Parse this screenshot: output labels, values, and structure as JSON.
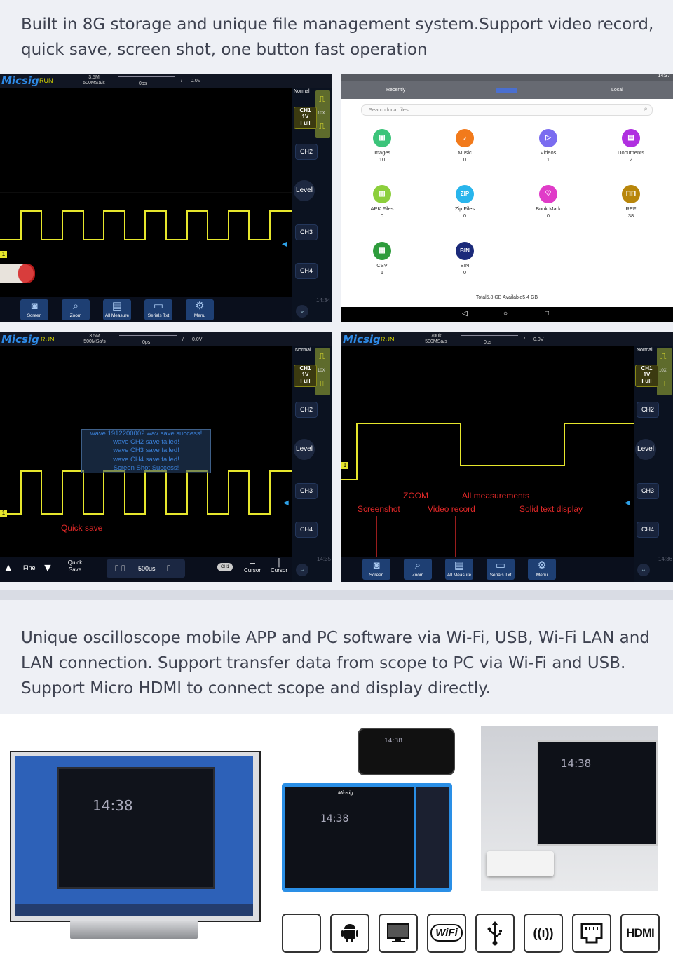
{
  "headline_top": "Built in 8G storage and unique file management system.Support video record,\nquick save, screen shot, one button fast operation",
  "headline_mid": "Unique oscilloscope mobile APP and PC software via Wi-Fi, USB, Wi-Fi LAN and\nLAN connection. Support transfer data from scope to PC via Wi-Fi and USB.\nSupport Micro HDMI to connect scope and display directly.",
  "scope": {
    "brand": "Micsig",
    "run": "RUN",
    "mem": "3.5M",
    "rate": "500MSa/s",
    "mem_b": "700k",
    "time_offset": "0ps",
    "trig_level": "0.0V",
    "mode": "Normal",
    "ch1_line1": "CH1",
    "ch1_line2": "1V",
    "ch1_full": "Full",
    "probe": "10X",
    "ch2": "CH2",
    "level": "Level",
    "ch3": "CH3",
    "ch4": "CH4",
    "marker": "1",
    "buttons": [
      "Screen",
      "Zoom",
      "All Measure",
      "Serials Txt",
      "Menu"
    ],
    "time_a": "14:34",
    "time_b": "14:35",
    "time_c": "14:36"
  },
  "panel_b": {
    "messages": [
      "wave 1912200002.wav save success!",
      "wave CH2 save failed!",
      "wave CH3 save failed!",
      "wave CH4 save failed!",
      "Screen Shot Success!"
    ],
    "quick_save_label": "Quick save",
    "fine": "Fine",
    "quick": "Quick",
    "save": "Save",
    "timebase": "500us",
    "cursor1": "Cursor",
    "cursor2": "Cursor"
  },
  "panel_c": {
    "zoom": "ZOOM",
    "all_measurements": "All measurements",
    "screenshot": "Screenshot",
    "video_record": "Video record",
    "solid_text": "Solid text display"
  },
  "file_manager": {
    "status_time": "14:37",
    "tab_recently": "Recently",
    "tab_local": "Local",
    "search_placeholder": "Search local files",
    "items": [
      {
        "name": "Images",
        "count": "10",
        "color": "#3cc47a",
        "glyph": "▣"
      },
      {
        "name": "Music",
        "count": "0",
        "color": "#f27a1b",
        "glyph": "♪"
      },
      {
        "name": "Videos",
        "count": "1",
        "color": "#7a6cf0",
        "glyph": "▷"
      },
      {
        "name": "Documents",
        "count": "2",
        "color": "#b02fe0",
        "glyph": "▤"
      },
      {
        "name": "APK Files",
        "count": "0",
        "color": "#8ccf3c",
        "glyph": "▥"
      },
      {
        "name": "Zip Files",
        "count": "0",
        "color": "#29b5ec",
        "glyph": "ZIP"
      },
      {
        "name": "Book Mark",
        "count": "0",
        "color": "#e03cc8",
        "glyph": "♡"
      },
      {
        "name": "REF",
        "count": "38",
        "color": "#b8860b",
        "glyph": "ΠΠ"
      },
      {
        "name": "CSV",
        "count": "1",
        "color": "#2e9c3c",
        "glyph": "▦"
      },
      {
        "name": "BIN",
        "count": "0",
        "color": "#1b2a7a",
        "glyph": "BIN"
      }
    ],
    "storage": "Total5.8 GB Available5.4 GB"
  },
  "devices": {
    "clock": "14:38",
    "tablet_brand": "Micsig",
    "icons": [
      "apple-icon",
      "android-icon",
      "monitor-icon",
      "wifi-icon",
      "usb-icon",
      "wireless-lan-icon",
      "ethernet-icon",
      "hdmi-icon"
    ],
    "wifi_text": "WiFi",
    "hdmi_text": "HDMI"
  }
}
